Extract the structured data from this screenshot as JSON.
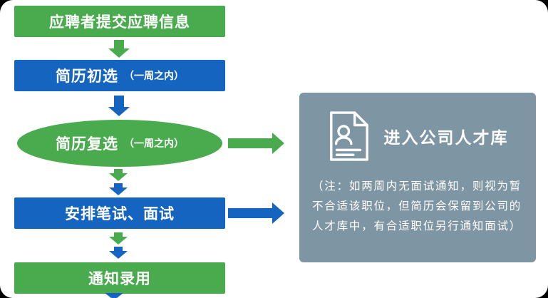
{
  "colors": {
    "green": "#4aab4e",
    "blue": "#1565c0",
    "panel": "#7e95a4",
    "white": "#ffffff"
  },
  "flow": {
    "steps": [
      {
        "label": "应聘者提交应聘信息",
        "shape": "rect",
        "color": "green"
      },
      {
        "label": "简历初选",
        "sub": "（一周之内）",
        "shape": "rect",
        "color": "blue"
      },
      {
        "label": "简历复选",
        "sub": "（一周之内）",
        "shape": "ellipse",
        "color": "green"
      },
      {
        "label": "安排笔试、面试",
        "shape": "rect",
        "color": "blue"
      },
      {
        "label": "通知录用",
        "shape": "rect",
        "color": "green"
      }
    ]
  },
  "panel": {
    "icon": "resume-document-icon",
    "title": "进入公司人才库",
    "note": "（注：如两周内无面试通知，则视为暂不合适该职位，但简历会保留到公司的人才库中，有合适职位另行通知面试）"
  }
}
